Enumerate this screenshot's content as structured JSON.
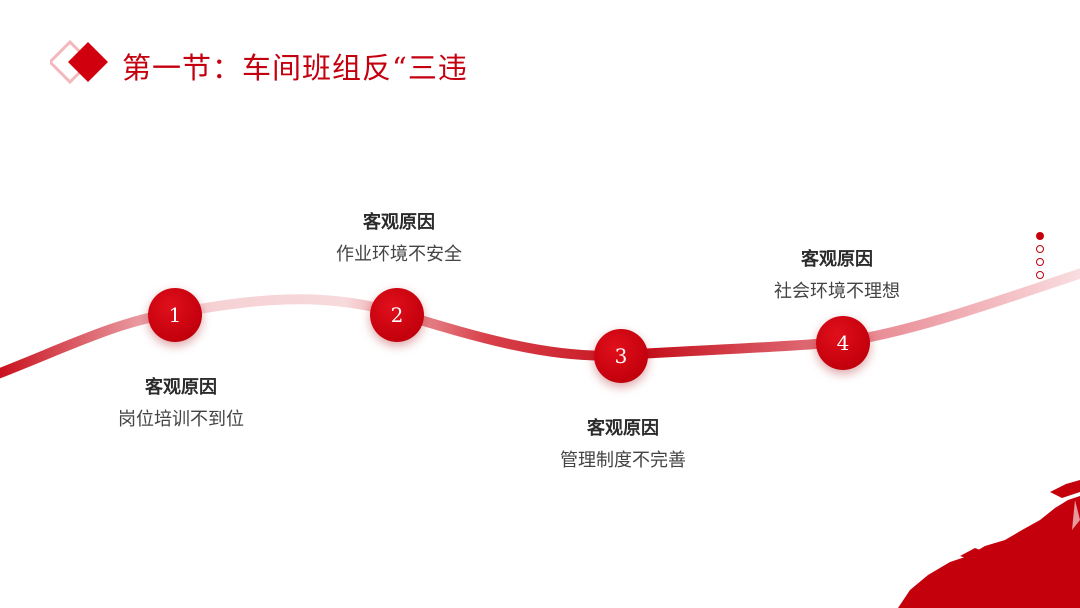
{
  "title": "第一节：车间班组反“三违",
  "steps": [
    {
      "number": "1",
      "heading": "客观原因",
      "description": "岗位培训不到位"
    },
    {
      "number": "2",
      "heading": "客观原因",
      "description": "作业环境不安全"
    },
    {
      "number": "3",
      "heading": "客观原因",
      "description": "管理制度不完善"
    },
    {
      "number": "4",
      "heading": "客观原因",
      "description": "社会环境不理想"
    }
  ],
  "colors": {
    "accent": "#c4000f",
    "accent_light": "#f2c4c8",
    "text_dark": "#2b2b2b"
  },
  "pager": {
    "total": 4,
    "current": 1
  }
}
